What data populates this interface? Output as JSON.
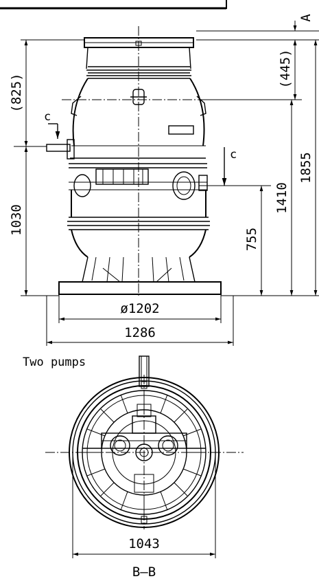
{
  "elevation": {
    "dim_A": "A",
    "dim_445": "(445)",
    "dim_825": "(825)",
    "dim_1855": "1855",
    "dim_1410": "1410",
    "dim_1030": "1030",
    "dim_755": "755",
    "dim_diameter": "ø1202",
    "dim_width": "1286",
    "section_c_left": "c",
    "section_c_right": "c"
  },
  "plan": {
    "title": "Two pumps",
    "dim_1043": "1043",
    "section_label": "B–B"
  }
}
